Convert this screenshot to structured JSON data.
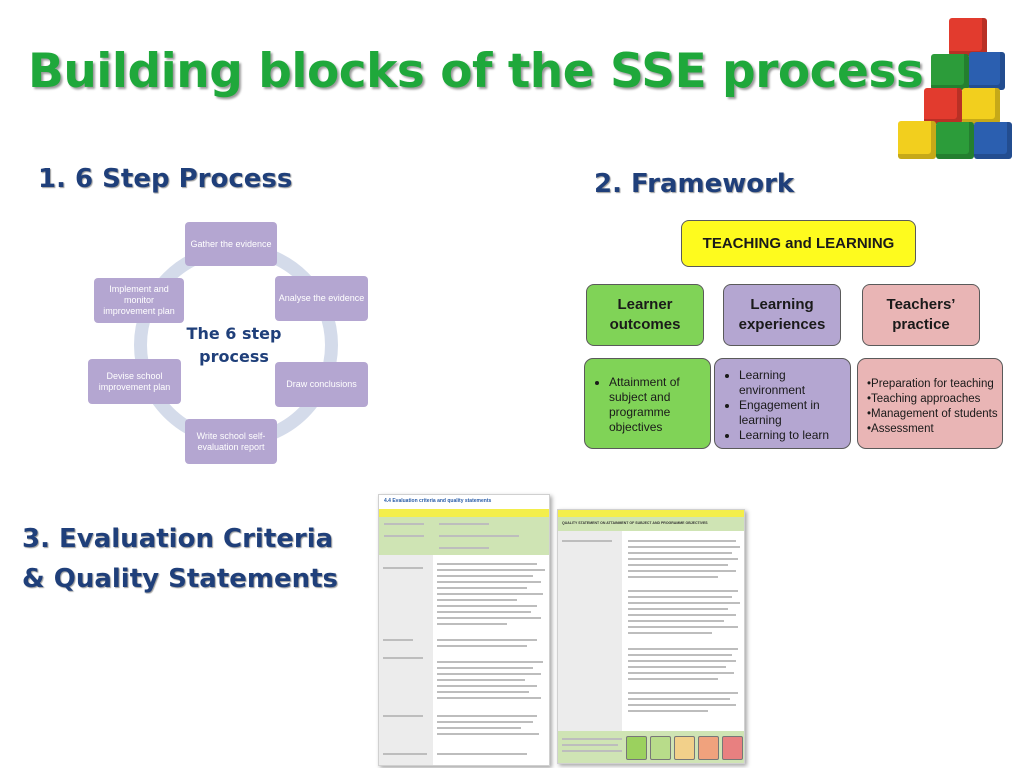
{
  "title": "Building blocks of the SSE process",
  "section1": {
    "heading": "1. 6 Step Process",
    "center_label": "The 6 step process",
    "steps": [
      "Gather the evidence",
      "Analyse the evidence",
      "Draw conclusions",
      "Write school self-evaluation report",
      "Devise school improvement plan",
      "Implement and monitor improvement plan"
    ]
  },
  "section2": {
    "heading": "2. Framework",
    "top_box": "TEACHING and LEARNING",
    "columns": [
      {
        "label": "Learner outcomes",
        "color": "#80d357",
        "items": [
          "Attainment of subject and programme objectives"
        ]
      },
      {
        "label": "Learning experiences",
        "color": "#b4a6d1",
        "items": [
          "Learning environment",
          "Engagement in learning",
          "Learning to learn"
        ]
      },
      {
        "label": "Teachers’ practice",
        "color": "#e9b5b5",
        "items": [
          "•Preparation for teaching",
          "•Teaching approaches",
          "•Management of students",
          "•Assessment"
        ]
      }
    ]
  },
  "section3": {
    "heading_line1": "3. Evaluation Criteria",
    "heading_line2": "& Quality Statements",
    "doc_left_title": "4.4  Evaluation criteria and quality statements",
    "doc_right_header": "QUALITY STATEMENT ON ATTAINMENT OF SUBJECT AND PROGRAMME OBJECTIVES"
  },
  "colors": {
    "title_green": "#1fa83b",
    "heading_navy": "#1f3f7a",
    "step_purple": "#b4a6d1",
    "top_yellow": "#fefb1e"
  }
}
